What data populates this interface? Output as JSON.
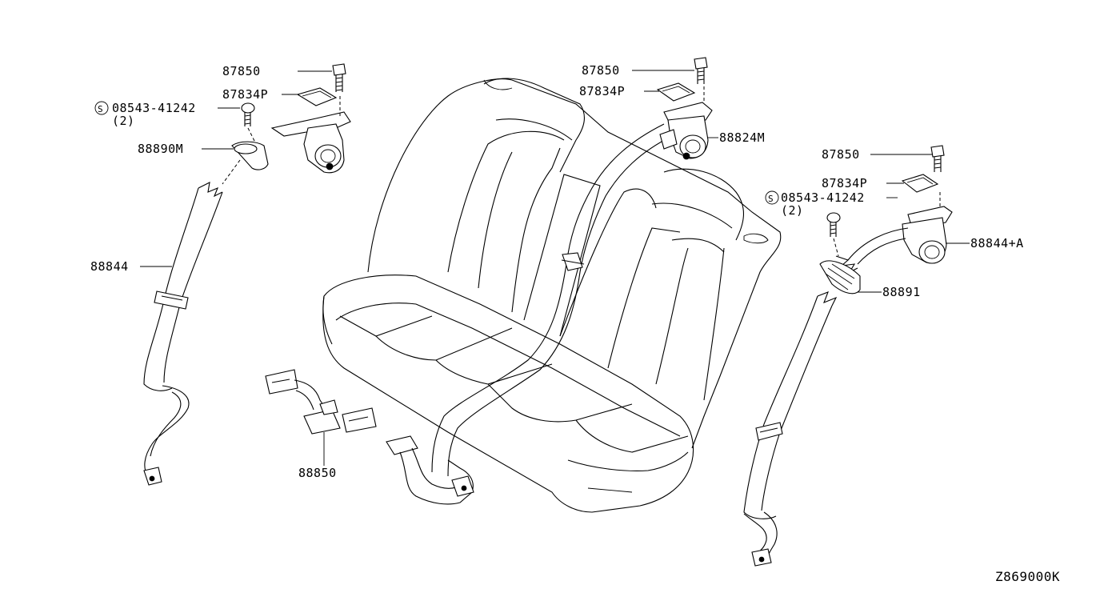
{
  "diagram_code": "Z869000K",
  "labels": {
    "bolt_left": "87850",
    "bolt_center": "87850",
    "bolt_right": "87850",
    "cover_left": "87834P",
    "cover_center": "87834P",
    "cover_right": "87834P",
    "screw_left_code": "08543-41242",
    "screw_left_qty": "(2)",
    "screw_right_code": "08543-41242",
    "screw_right_qty": "(2)",
    "guide_left": "88890M",
    "retractor_center": "88824M",
    "belt_right_assy": "88844+A",
    "belt_left": "88844",
    "guide_right": "88891",
    "buckle": "88850",
    "standard_symbol": "S"
  }
}
